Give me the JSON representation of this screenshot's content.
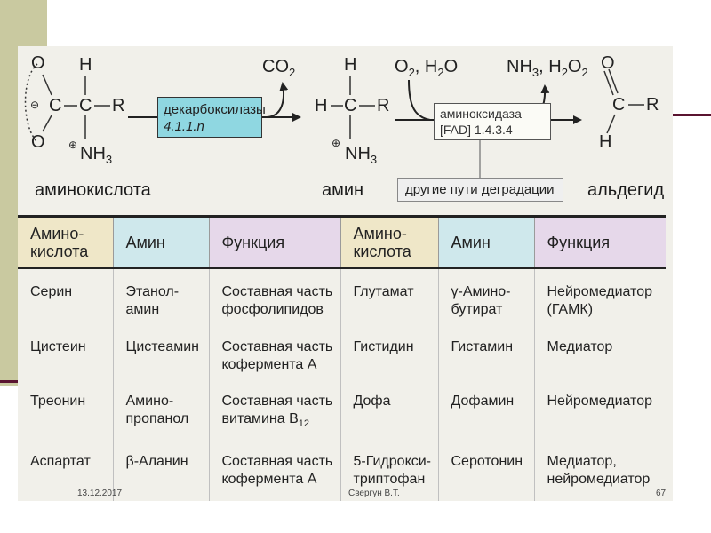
{
  "reaction": {
    "amino_acid_label": "аминокислота",
    "amine_label": "амин",
    "aldehyde_label": "альдегид",
    "decarboxylase_line1": "декарбоксилазы",
    "decarboxylase_line2": "4.1.1.n",
    "co2": "CO",
    "co2_sub": "2",
    "o2_h2o": "O",
    "o2_h2o_sub": "2",
    "o2_h2o_tail": ", H",
    "o2_h2o_sub2": "2",
    "o2_h2o_end": "O",
    "nh3_h2o2": "NH",
    "nh3_h2o2_sub": "3",
    "nh3_h2o2_mid": ", H",
    "nh3_h2o2_sub2": "2",
    "nh3_h2o2_end": "O",
    "nh3_h2o2_sub3": "2",
    "oxidase_line1": "аминоксидаза",
    "oxidase_line2": "[FAD] 1.4.3.4",
    "other_paths": "другие пути деградации",
    "atoms": {
      "O": "O",
      "H": "H",
      "C": "C",
      "R": "R",
      "N": "NH",
      "N_sub": "3",
      "minus": "⊖",
      "plus": "⊕"
    }
  },
  "table": {
    "headers": [
      "Амино-\nкислота",
      "Амин",
      "Функция",
      "Амино-\nкислота",
      "Амин",
      "Функция"
    ],
    "rows": [
      {
        "c0": "Серин",
        "c1": "Этанол-\nамин",
        "c2": "Составная часть\nфосфолипидов",
        "c3": "Глутамат",
        "c4": "γ-Амино-\nбутират",
        "c5": "Нейромедиатор\n(ГАМК)"
      },
      {
        "c0": "Цистеин",
        "c1": "Цистеамин",
        "c2": "Составная часть\nкофермента А",
        "c3": "Гистидин",
        "c4": "Гистамин",
        "c5": "Медиатор"
      },
      {
        "c0": "Треонин",
        "c1": "Амино-\nпропанол",
        "c2a": "Составная часть\nвитамина B",
        "c2sub": "12",
        "c3": "Дофа",
        "c4": "Дофамин",
        "c5": "Нейромедиатор"
      },
      {
        "c0": "Аспартат",
        "c1": "β-Аланин",
        "c2": "Составная часть\nкофермента А",
        "c3": "5-Гидрокси-\nтриптофан",
        "c4": "Серотонин",
        "c5": "Медиатор,\nнейромедиатор"
      }
    ]
  },
  "footer": {
    "date": "13.12.2017",
    "author": "Свергун В.Т.",
    "page": "67"
  },
  "colors": {
    "enzyme_box": "#8fd7e1",
    "header_yellow": "#efe7c8",
    "header_blue": "#cfe8ec",
    "header_lavender": "#e6d8ea",
    "side_bar": "#c9c9a0",
    "accent_line": "#5a1430"
  }
}
